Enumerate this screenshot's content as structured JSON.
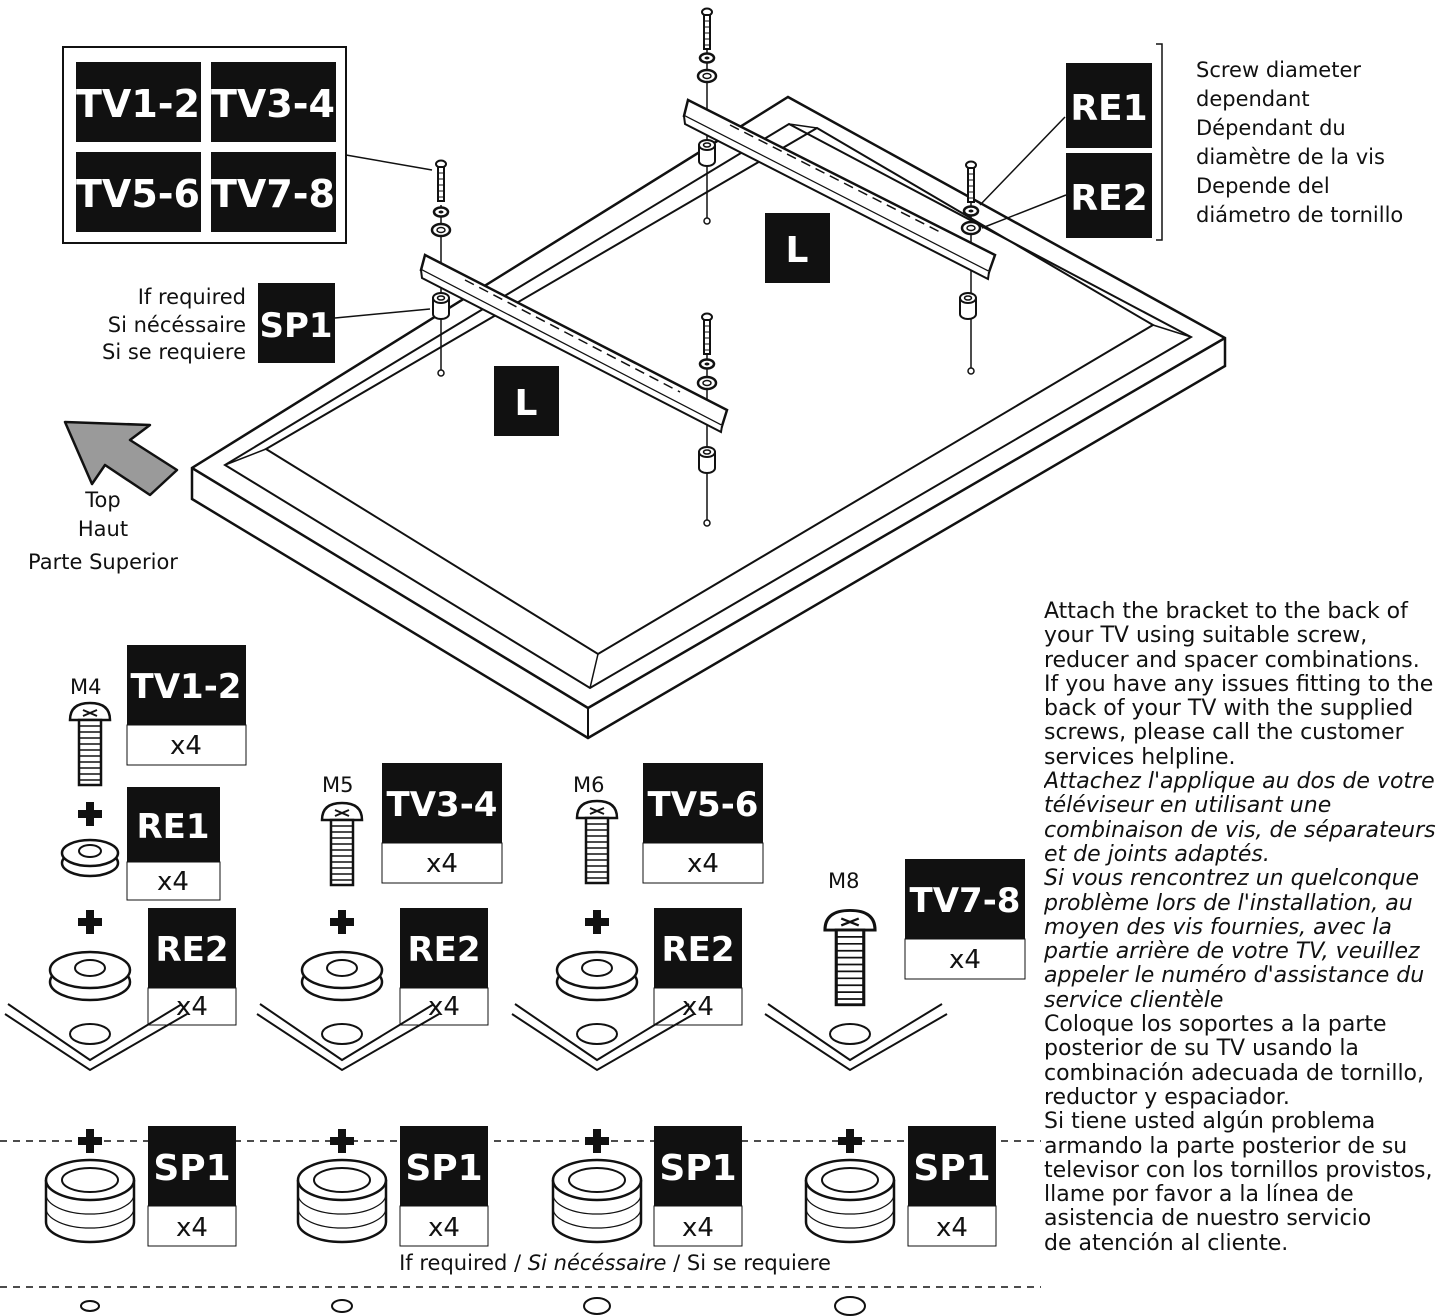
{
  "palette": {
    "label_bg": "#111111",
    "label_fg": "#ffffff",
    "line": "#111111",
    "arrow_fill": "#9a9a9a",
    "page_bg": "#ffffff"
  },
  "icon_names": [
    "screw-icon",
    "washer-icon",
    "reducer-icon",
    "spacer-icon",
    "bracket-icon",
    "plus-icon",
    "arrow-icon",
    "tv-back-icon"
  ],
  "legend_box": {
    "labels": [
      "TV1-2",
      "TV3-4",
      "TV5-6",
      "TV7-8"
    ]
  },
  "screw_note": {
    "lines": [
      "Screw diameter",
      "dependant",
      "Dépendant du",
      "diamètre de la vis",
      "Depende del",
      "diámetro de tornillo"
    ],
    "labels": [
      "RE1",
      "RE2"
    ]
  },
  "spacer_note": {
    "lines": [
      "If required",
      "Si nécéssaire",
      "Si se requiere"
    ],
    "label": "SP1"
  },
  "bracket_labels": [
    "L",
    "L"
  ],
  "top_indicator": {
    "lines": [
      "Top",
      "Haut",
      "Parte Superior"
    ]
  },
  "columns": [
    {
      "screw_size": "M4",
      "screw_label": "TV1-2",
      "screw_qty": "x4",
      "reducers": [
        {
          "label": "RE1",
          "qty": "x4"
        },
        {
          "label": "RE2",
          "qty": "x4"
        }
      ],
      "spacer_label": "SP1",
      "spacer_qty": "x4"
    },
    {
      "screw_size": "M5",
      "screw_label": "TV3-4",
      "screw_qty": "x4",
      "reducers": [
        {
          "label": "RE2",
          "qty": "x4"
        }
      ],
      "spacer_label": "SP1",
      "spacer_qty": "x4"
    },
    {
      "screw_size": "M6",
      "screw_label": "TV5-6",
      "screw_qty": "x4",
      "reducers": [
        {
          "label": "RE2",
          "qty": "x4"
        }
      ],
      "spacer_label": "SP1",
      "spacer_qty": "x4"
    },
    {
      "screw_size": "M8",
      "screw_label": "TV7-8",
      "screw_qty": "x4",
      "reducers": [],
      "spacer_label": "SP1",
      "spacer_qty": "x4"
    }
  ],
  "if_required_note": {
    "parts": [
      "If required / ",
      "Si nécéssaire",
      " / Si se requiere"
    ]
  },
  "instructions": {
    "english": [
      "Attach the bracket to the back of",
      "your TV using suitable screw,",
      "reducer and spacer combinations.",
      "If you have any issues fitting to the",
      "back of your TV with the supplied",
      "screws, please call the customer",
      "services helpline."
    ],
    "french": [
      "Attachez l'applique au dos de votre",
      "téléviseur en utilisant une",
      "combinaison de vis, de séparateurs",
      "et de joints adaptés.",
      "Si vous rencontrez un quelconque",
      "problème lors de l'installation, au",
      "moyen des vis fournies, avec la",
      "partie arrière de votre TV, veuillez",
      "appeler  le numéro d'assistance du",
      "service clientèle"
    ],
    "spanish": [
      "Coloque los soportes a la parte",
      "posterior de su TV usando la",
      "combinación adecuada de tornillo,",
      "reductor y espaciador.",
      "Si tiene usted algún problema",
      "armando la parte posterior de su",
      "televisor con los tornillos provistos,",
      "llame por favor a la línea de",
      "asistencia de nuestro servicio",
      "de atención al cliente."
    ]
  }
}
